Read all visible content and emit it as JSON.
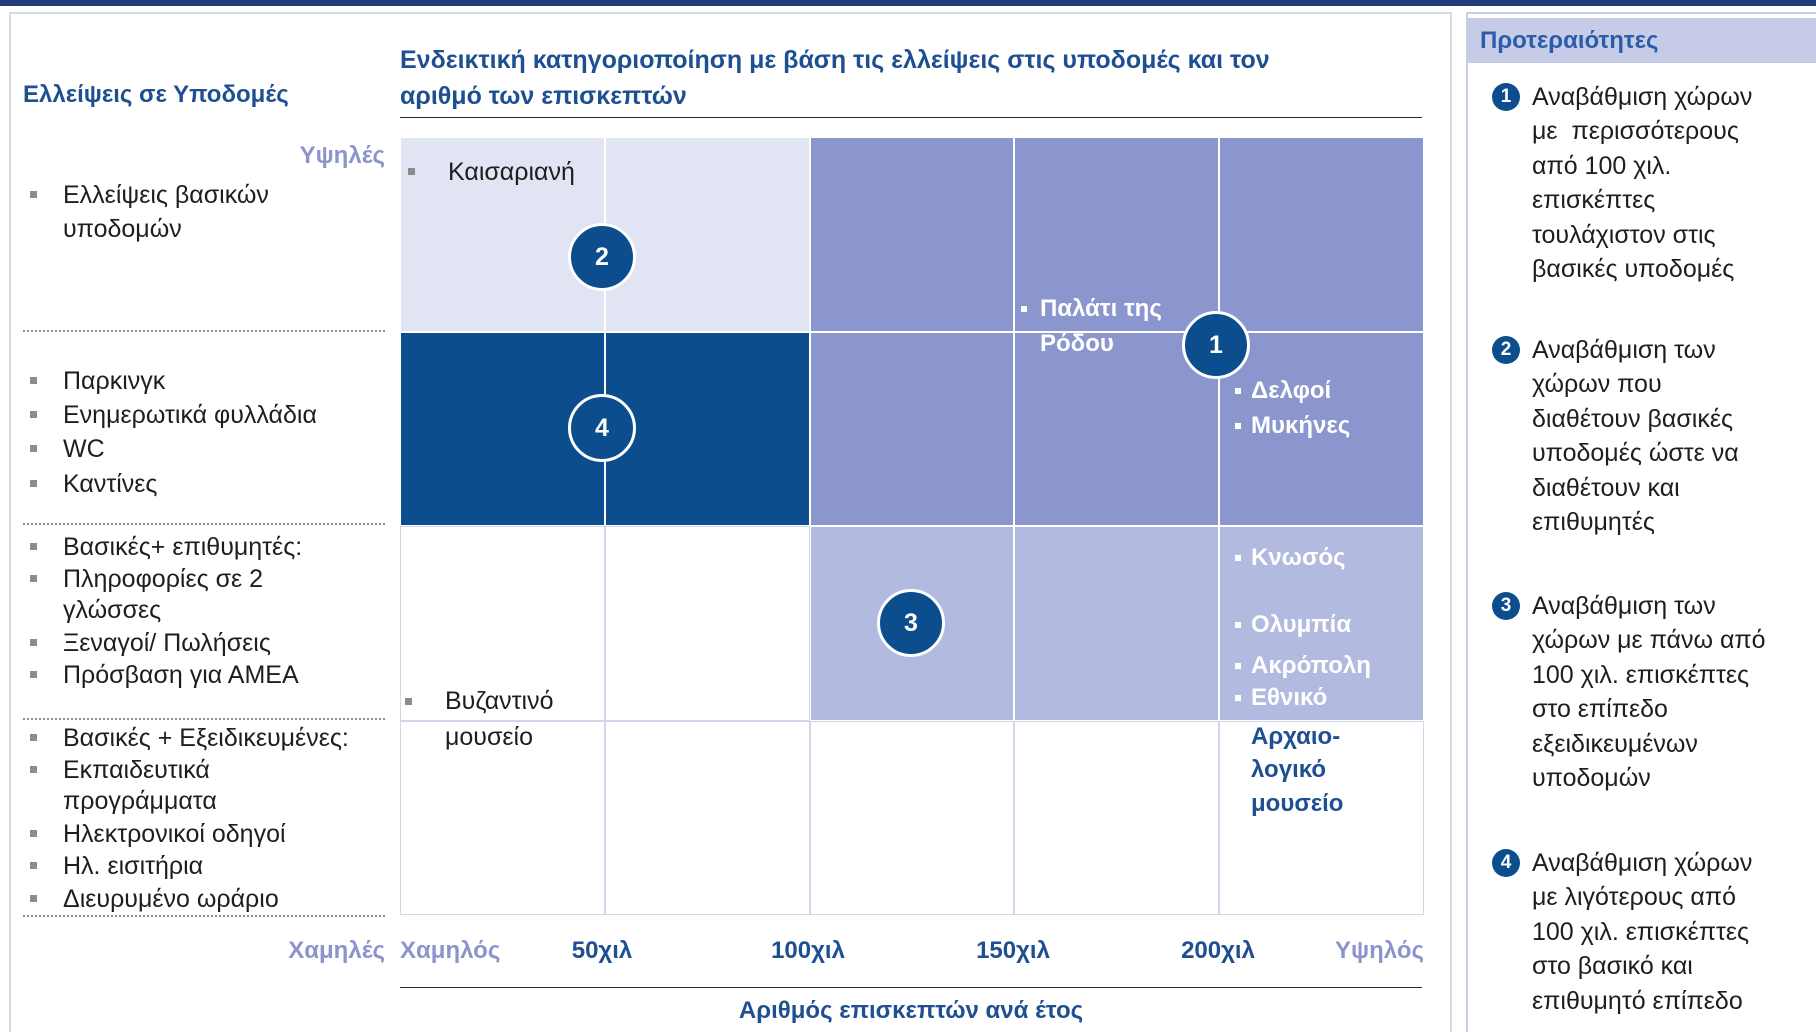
{
  "colors": {
    "navy": "#0b4d8d",
    "title_blue": "#1d4f91",
    "lavender_text": "#8b95cc",
    "cell_light": "#e1e4f2",
    "cell_medium": "#8b96ce",
    "cell_soft": "#b3bae0",
    "header_bg": "#c6cce8",
    "top_bar": "#1f3d78",
    "prio_title": "#2a5ca7"
  },
  "infrastructure": {
    "title": "Ελλείψεις σε Υποδομές",
    "high_label": "Υψηλές",
    "low_label": "Χαμηλές",
    "levels": [
      {
        "items": [
          [
            "Ελλείψεις βασικών",
            "υποδομών"
          ]
        ]
      },
      {
        "items": [
          [
            "Παρκινγκ"
          ],
          [
            "Ενημερωτικά φυλλάδια"
          ],
          [
            "WC"
          ],
          [
            "Καντίνες"
          ]
        ]
      },
      {
        "items": [
          [
            "Βασικές+ επιθυμητές:"
          ],
          [
            "Πληροφορίες σε 2",
            "γλώσσες"
          ],
          [
            "Ξεναγοί/ Πωλήσεις"
          ],
          [
            "Πρόσβαση για ΑΜΕΑ"
          ]
        ]
      },
      {
        "items": [
          [
            "Βασικές + Εξειδικευμένες:"
          ],
          [
            "Εκπαιδευτικά",
            "προγράμματα"
          ],
          [
            "Ηλεκτρονικοί οδηγοί"
          ],
          [
            "Ηλ. εισιτήρια"
          ],
          [
            "Διευρυμένο ωράριο"
          ]
        ]
      }
    ]
  },
  "matrix": {
    "title_lines": [
      "Ενδεικτική κατηγοριοποίηση με βάση τις ελλείψεις στις υποδομές και τον",
      "αριθμό των επισκεπτών"
    ],
    "zones": [
      {
        "number": "1"
      },
      {
        "number": "2"
      },
      {
        "number": "3"
      },
      {
        "number": "4"
      }
    ],
    "sites": [
      {
        "lines": [
          "Καισαριανή"
        ]
      },
      {
        "lines": [
          "Παλάτι της",
          "Ρόδου"
        ]
      },
      {
        "lines": [
          "Δελφοί"
        ]
      },
      {
        "lines": [
          "Μυκήνες"
        ]
      },
      {
        "lines": [
          "Κνωσός"
        ]
      },
      {
        "lines": [
          "Ολυμπία"
        ]
      },
      {
        "lines": [
          "Ακρόπολη"
        ]
      },
      {
        "lines": [
          "Εθνικό",
          "Αρχαιο-",
          "λογικό",
          "μουσείο"
        ]
      },
      {
        "lines": [
          "Βυζαντινό",
          "μουσείο"
        ]
      }
    ],
    "x_axis": {
      "low_label": "Χαμηλός",
      "ticks": [
        "50χιλ",
        "100χιλ",
        "150χιλ",
        "200χιλ"
      ],
      "high_label": "Υψηλός",
      "title": "Αριθμός επισκεπτών ανά έτος"
    }
  },
  "priorities": {
    "title": "Προτεραιότητες",
    "items": [
      {
        "number": "1",
        "lines": [
          "Αναβάθμιση χώρων",
          "με  περισσότερους",
          "από 100 χιλ.",
          "επισκέπτες",
          "τουλάχιστον στις",
          "βασικές υποδομές"
        ]
      },
      {
        "number": "2",
        "lines": [
          "Αναβάθμιση των",
          "χώρων που",
          "διαθέτουν βασικές",
          "υποδομές ώστε να",
          "διαθέτουν και",
          "επιθυμητές"
        ]
      },
      {
        "number": "3",
        "lines": [
          "Αναβάθμιση των",
          "χώρων με πάνω από",
          "100 χιλ. επισκέπτες",
          "στο επίπεδο",
          "εξειδικευμένων",
          "υποδομών"
        ]
      },
      {
        "number": "4",
        "lines": [
          "Αναβάθμιση χώρων",
          "με λιγότερους από",
          "100 χιλ. επισκέπτες",
          "στο βασικό και",
          "επιθυμητό επίπεδο"
        ]
      }
    ]
  }
}
